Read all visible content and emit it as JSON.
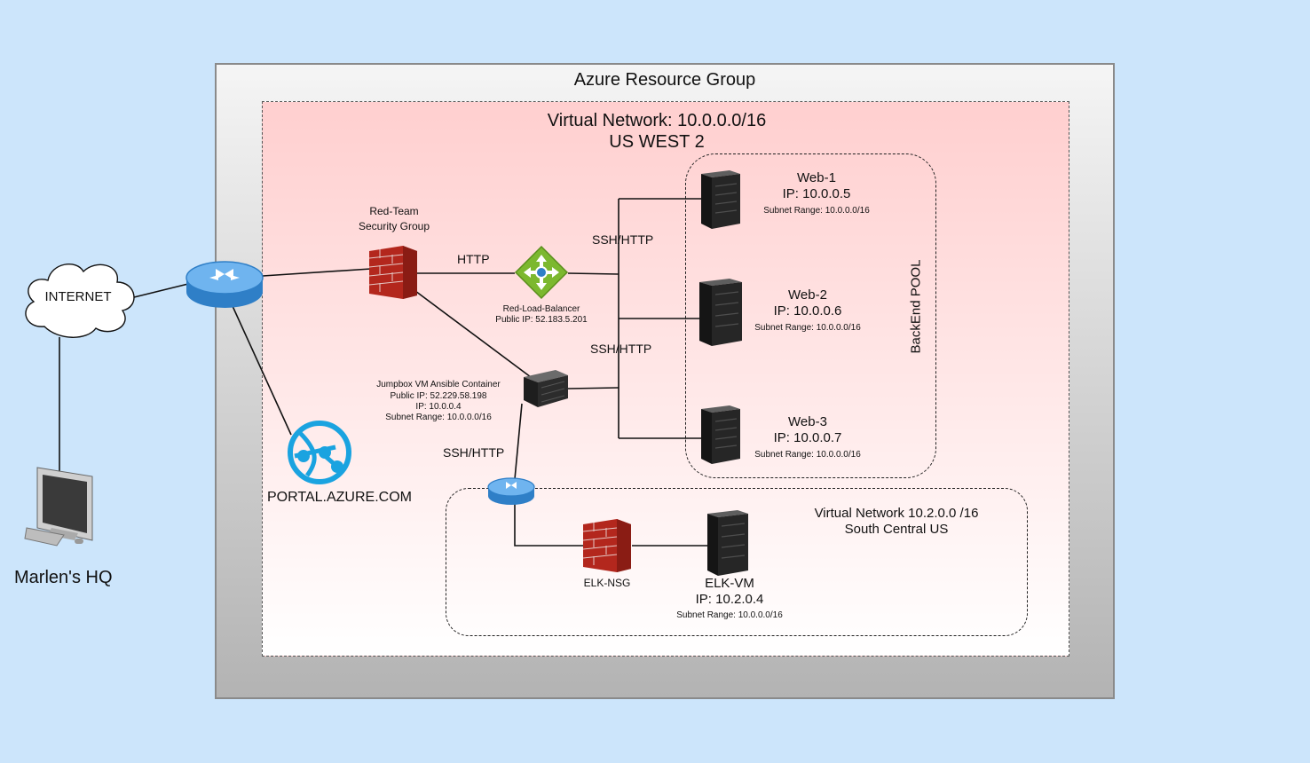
{
  "resource_group": {
    "label": "Azure Resource Group"
  },
  "vnet_main": {
    "title": "Virtual Network: 10.0.0.0/16",
    "region": "US WEST 2"
  },
  "vnet_elk": {
    "title": "Virtual Network 10.2.0.0 /16",
    "region": "South Central US"
  },
  "backend_pool": {
    "label": "BackEnd POOL"
  },
  "internet": {
    "label": "INTERNET"
  },
  "hq": {
    "label": "Marlen's HQ"
  },
  "portal": {
    "label": "PORTAL.AZURE.COM"
  },
  "security_group": {
    "line1": "Red-Team",
    "line2": "Security Group"
  },
  "load_balancer": {
    "name": "Red-Load-Balancer",
    "public_ip": "Public IP: 52.183.5.201"
  },
  "jumpbox": {
    "name": "Jumpbox VM Ansible Container",
    "public_ip": "Public IP: 52.229.58.198",
    "ip": "IP: 10.0.0.4",
    "subnet": "Subnet Range: 10.0.0.0/16"
  },
  "web": [
    {
      "name": "Web-1",
      "ip": "IP: 10.0.0.5",
      "subnet": "Subnet Range: 10.0.0.0/16"
    },
    {
      "name": "Web-2",
      "ip": "IP: 10.0.0.6",
      "subnet": "Subnet Range: 10.0.0.0/16"
    },
    {
      "name": "Web-3",
      "ip": "IP: 10.0.0.7",
      "subnet": "Subnet Range: 10.0.0.0/16"
    }
  ],
  "elk_nsg": {
    "label": "ELK-NSG"
  },
  "elk_vm": {
    "name": "ELK-VM",
    "ip": "IP: 10.2.0.4",
    "subnet": "Subnet Range: 10.0.0.0/16"
  },
  "links": {
    "http": "HTTP",
    "ssh_http_1": "SSH/HTTP",
    "ssh_http_2": "SSH/HTTP",
    "ssh_http_3": "SSH/HTTP"
  },
  "colors": {
    "background": "#cce5fb",
    "vnet_fill_top": "#ffcfcf",
    "router": "#3a8fd8",
    "azure_portal": "#1aa3e0",
    "load_balancer": "#7cb82f",
    "firewall": "#c0352b"
  }
}
